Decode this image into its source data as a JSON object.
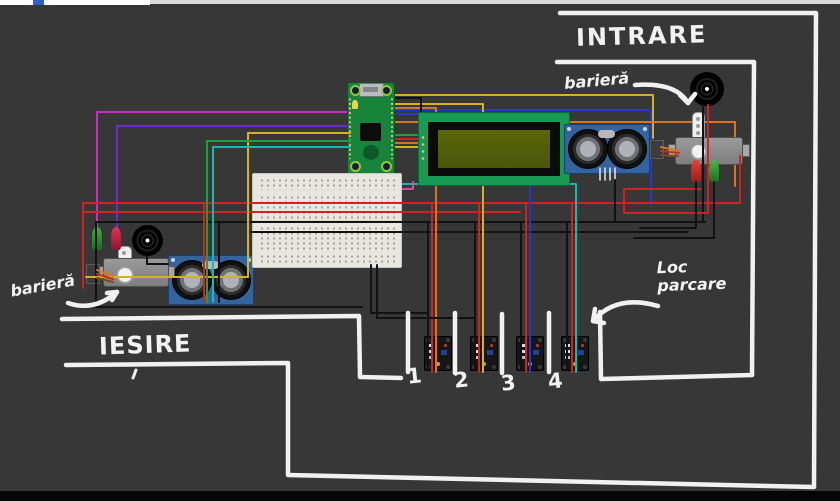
{
  "labels": {
    "entrance": "INTRARE",
    "exit": "IESIRE",
    "barrier_entrance": "barieră",
    "barrier_exit": "barieră",
    "parking_spot_line1": "Loc",
    "parking_spot_line2": "parcare"
  },
  "parking_spots": [
    "1",
    "2",
    "3",
    "4"
  ],
  "components": {
    "microcontroller": "raspberry-pi-pico",
    "display": "lcd-16x2",
    "entrance_distance_sensor": "hc-sr04-ultrasonic",
    "exit_distance_sensor": "hc-sr04-ultrasonic",
    "entrance_barrier_actuator": "micro-servo",
    "exit_barrier_actuator": "micro-servo",
    "entrance_buzzer": "piezo-buzzer",
    "exit_buzzer": "piezo-buzzer",
    "spot_sensor": "ir-obstacle-module",
    "prototyping_board": "breadboard"
  },
  "colors": {
    "background": "#373737",
    "lane_lines": "#f1f1f1",
    "wire_red": "#cf2222",
    "wire_black": "#121212",
    "wire_yellow": "#d4b41e",
    "wire_orange": "#d8761c",
    "wire_blue": "#2438cc",
    "wire_cyan": "#19b9ae",
    "wire_green": "#1f9e3a",
    "wire_magenta": "#cf2bc9",
    "wire_purple": "#6e2bd0",
    "breadboard": "#e9e6e1",
    "pico_board": "#17833b",
    "lcd_screen": "#4e5c08",
    "sensor_board_blue": "#33649e"
  }
}
